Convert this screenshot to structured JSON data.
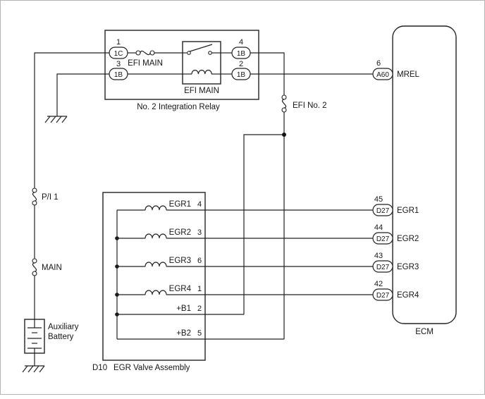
{
  "relay": {
    "title": "No. 2 Integration Relay",
    "fuse_label": "EFI MAIN",
    "relay_label": "EFI MAIN",
    "pins": {
      "p1": {
        "num": "1",
        "code": "1C"
      },
      "p3": {
        "num": "3",
        "code": "1B"
      },
      "p4": {
        "num": "4",
        "code": "1B"
      },
      "p2": {
        "num": "2",
        "code": "1B"
      }
    }
  },
  "fuses": {
    "efi_no2": "EFI No. 2",
    "pi1": "P/I 1",
    "main": "MAIN"
  },
  "battery": {
    "line1": "Auxiliary",
    "line2": "Battery"
  },
  "ecm": {
    "title": "ECM",
    "terminals": [
      {
        "num": "6",
        "code": "A60",
        "signal": "MREL"
      },
      {
        "num": "45",
        "code": "D27",
        "signal": "EGR1"
      },
      {
        "num": "44",
        "code": "D27",
        "signal": "EGR2"
      },
      {
        "num": "43",
        "code": "D27",
        "signal": "EGR3"
      },
      {
        "num": "42",
        "code": "D27",
        "signal": "EGR4"
      }
    ]
  },
  "egr": {
    "code": "D10",
    "title": "EGR Valve Assembly",
    "pins": [
      {
        "label": "EGR1",
        "num": "4"
      },
      {
        "label": "EGR2",
        "num": "3"
      },
      {
        "label": "EGR3",
        "num": "6"
      },
      {
        "label": "EGR4",
        "num": "1"
      },
      {
        "label": "+B1",
        "num": "2"
      },
      {
        "label": "+B2",
        "num": "5"
      }
    ]
  }
}
